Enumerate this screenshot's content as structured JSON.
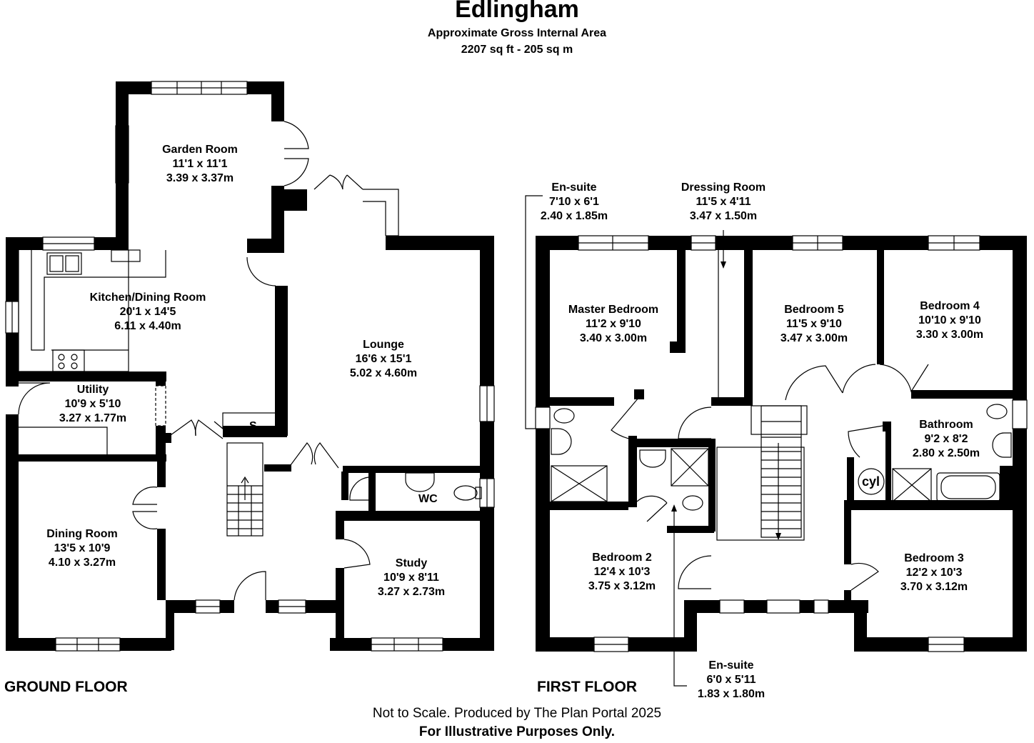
{
  "header": {
    "title": "Edlingham",
    "subtitle": "Approximate Gross Internal Area",
    "area": "2207 sq ft - 205 sq m"
  },
  "ground_floor": {
    "label": "GROUND FLOOR",
    "rooms": {
      "garden_room": {
        "name": "Garden Room",
        "imperial": "11'1 x 11'1",
        "metric": "3.39 x 3.37m"
      },
      "kitchen": {
        "name": "Kitchen/Dining Room",
        "imperial": "20'1 x 14'5",
        "metric": "6.11 x 4.40m"
      },
      "lounge": {
        "name": "Lounge",
        "imperial": "16'6 x 15'1",
        "metric": "5.02 x 4.60m"
      },
      "utility": {
        "name": "Utility",
        "imperial": "10'9 x 5'10",
        "metric": "3.27 x 1.77m"
      },
      "dining": {
        "name": "Dining Room",
        "imperial": "13'5 x 10'9",
        "metric": "4.10 x 3.27m"
      },
      "study": {
        "name": "Study",
        "imperial": "10'9 x 8'11",
        "metric": "3.27 x 2.73m"
      }
    },
    "store_label": "S",
    "wc_label": "WC"
  },
  "first_floor": {
    "label": "FIRST FLOOR",
    "rooms": {
      "ensuite1": {
        "name": "En-suite",
        "imperial": "7'10 x 6'1",
        "metric": "2.40 x 1.85m"
      },
      "dressing": {
        "name": "Dressing Room",
        "imperial": "11'5 x 4'11",
        "metric": "3.47 x 1.50m"
      },
      "master": {
        "name": "Master Bedroom",
        "imperial": "11'2 x 9'10",
        "metric": "3.40 x 3.00m"
      },
      "bed5": {
        "name": "Bedroom 5",
        "imperial": "11'5 x 9'10",
        "metric": "3.47 x 3.00m"
      },
      "bed4": {
        "name": "Bedroom 4",
        "imperial": "10'10 x 9'10",
        "metric": "3.30 x 3.00m"
      },
      "bathroom": {
        "name": "Bathroom",
        "imperial": "9'2 x 8'2",
        "metric": "2.80 x 2.50m"
      },
      "bed2": {
        "name": "Bedroom 2",
        "imperial": "12'4 x 10'3",
        "metric": "3.75 x 3.12m"
      },
      "bed3": {
        "name": "Bedroom 3",
        "imperial": "12'2 x 10'3",
        "metric": "3.70 x 3.12m"
      },
      "ensuite2": {
        "name": "En-suite",
        "imperial": "6'0 x 5'11",
        "metric": "1.83 x 1.80m"
      }
    },
    "cylinder_label": "cyl"
  },
  "footer": {
    "line1": "Not to Scale. Produced by The Plan Portal 2025",
    "line2": "For Illustrative Purposes Only."
  }
}
